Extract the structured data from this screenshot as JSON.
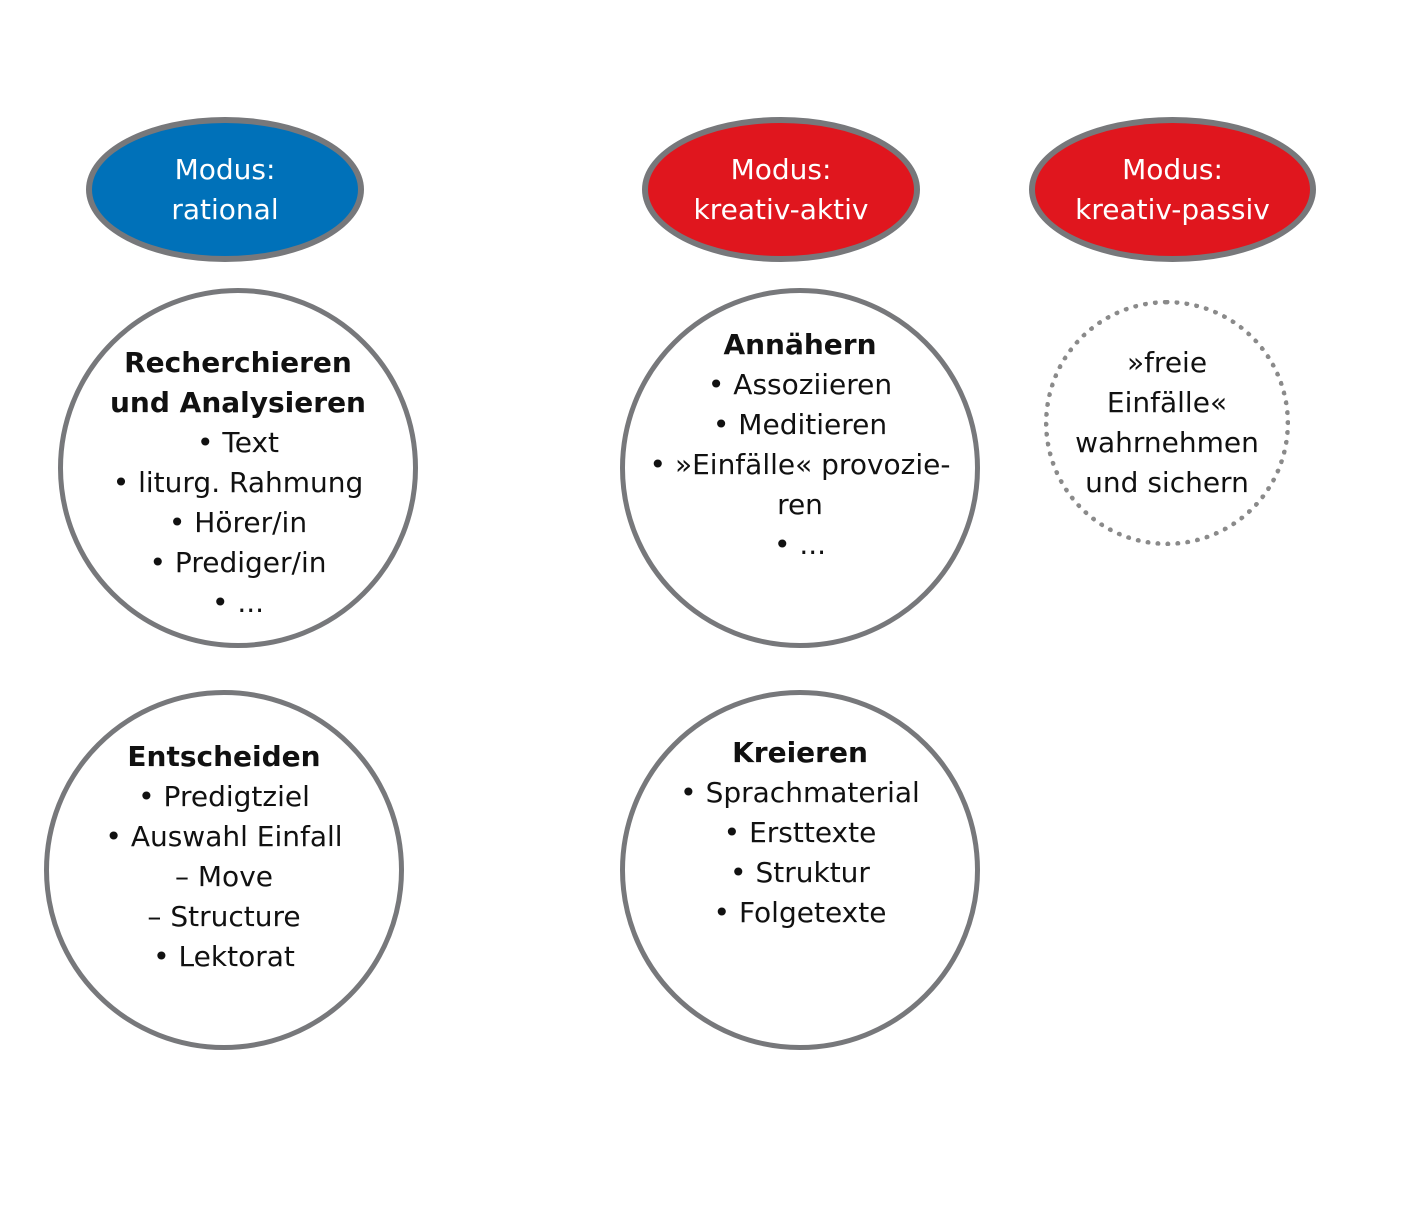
{
  "colors": {
    "rational": "#0071b9",
    "kreativ": "#e0161e",
    "outline": "#77787b"
  },
  "modes": {
    "rational": {
      "line1": "Modus:",
      "line2": "rational"
    },
    "kreativ_aktiv": {
      "line1": "Modus:",
      "line2": "kreativ-aktiv"
    },
    "kreativ_passiv": {
      "line1": "Modus:",
      "line2": "kreativ-passiv"
    }
  },
  "recherchieren": {
    "title1": "Recherchieren",
    "title2": "und Analysieren",
    "items": [
      "• Text",
      "• liturg. Rahmung",
      "• Hörer/in",
      "• Prediger/in",
      "• ..."
    ]
  },
  "entscheiden": {
    "title": "Entscheiden",
    "items": [
      "• Predigtziel",
      "• Auswahl Einfall",
      "– Move",
      "– Structure",
      "• Lektorat"
    ]
  },
  "annaehern": {
    "title": "Annähern",
    "items": [
      "• Assoziieren",
      "• Meditieren",
      "• »Einfälle« provozie-",
      "ren",
      "• ..."
    ]
  },
  "kreieren": {
    "title": "Kreieren",
    "items": [
      "• Sprachmaterial",
      "• Ersttexte",
      "• Struktur",
      "• Folgetexte"
    ]
  },
  "einfaelle": {
    "lines": [
      "»freie",
      "Einfälle«",
      "wahrnehmen",
      "und sichern"
    ]
  }
}
